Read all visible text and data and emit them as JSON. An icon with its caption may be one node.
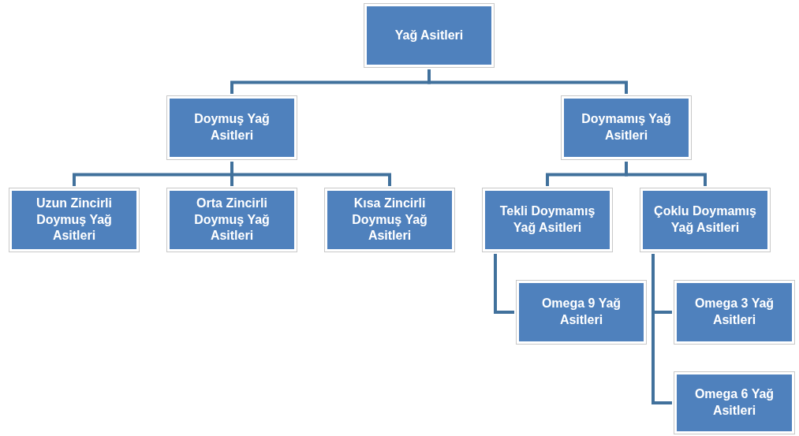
{
  "diagram": {
    "nodes": [
      {
        "text": [
          "Yağ Asitleri"
        ]
      },
      {
        "text": [
          "Doymuş Yağ Asitleri"
        ]
      },
      {
        "text": [
          "Doymamış Yağ Asitleri"
        ]
      },
      {
        "text": [
          "Uzun Zincirli Doymuş Yağ Asitleri"
        ]
      },
      {
        "text": [
          "Orta Zincirli Doymuş Yağ Asitleri"
        ]
      },
      {
        "text": [
          "Kısa Zincirli Doymuş Yağ Asitleri"
        ]
      },
      {
        "text": [
          "Tekli Doymamış Yağ Asitleri"
        ]
      },
      {
        "text": [
          "Çoklu Doymamış Yağ Asitleri"
        ]
      },
      {
        "text": [
          "Omega 9 Yağ Asitleri"
        ]
      },
      {
        "text": [
          "Omega 3 Yağ Asitleri"
        ]
      },
      {
        "text": [
          "Omega 6 Yağ Asitleri"
        ]
      }
    ],
    "edges": [
      {
        "from": 0,
        "to": 1,
        "arrow": "none"
      },
      {
        "from": 0,
        "to": 2,
        "arrow": "none"
      },
      {
        "from": 1,
        "to": 3,
        "arrow": "none"
      },
      {
        "from": 1,
        "to": 4,
        "arrow": "none"
      },
      {
        "from": 1,
        "to": 5,
        "arrow": "none"
      },
      {
        "from": 2,
        "to": 6,
        "arrow": "none"
      },
      {
        "from": 2,
        "to": 7,
        "arrow": "none"
      },
      {
        "from": 6,
        "to": 8,
        "arrow": "none"
      },
      {
        "from": 7,
        "to": 9,
        "arrow": "none"
      },
      {
        "from": 7,
        "to": 10,
        "arrow": "none"
      }
    ]
  }
}
